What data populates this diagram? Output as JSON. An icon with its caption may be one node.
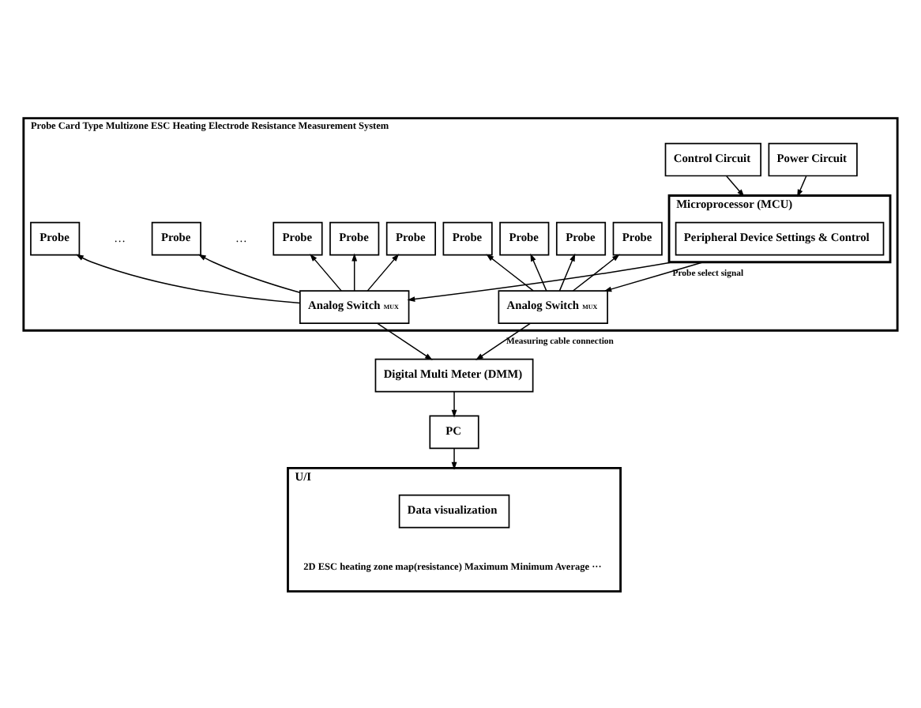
{
  "diagram": {
    "nodes": [
      {
        "text": [
          "Probe Card Type Multizone ESC Heating Electrode Resistance Measurement System"
        ]
      },
      {
        "text": [
          "Power Circuit"
        ],
        "in": 0
      },
      {
        "text": [
          "Control Circuit"
        ],
        "in": 0
      },
      {
        "text": [
          "Microprocessor (MCU)"
        ],
        "in": 0
      },
      {
        "text": [
          "Peripheral Device Settings & Control"
        ],
        "in": 3
      },
      {
        "text": [
          "Probe"
        ],
        "in": 0
      },
      {
        "text": [
          "Probe"
        ],
        "in": 0
      },
      {
        "text": [
          "Probe"
        ],
        "in": 0
      },
      {
        "text": [
          "Probe"
        ],
        "in": 0
      },
      {
        "text": [
          "Probe"
        ],
        "in": 0
      },
      {
        "text": [
          "Probe"
        ],
        "in": 0
      },
      {
        "text": [
          "Probe"
        ],
        "in": 0
      },
      {
        "text": [
          "Probe"
        ],
        "in": 0
      },
      {
        "text": [
          "Probe"
        ],
        "in": 0
      },
      {
        "text": [
          "Analog Switch",
          "MUX"
        ],
        "in": 0
      },
      {
        "text": [
          "Analog Switch",
          "MUX"
        ],
        "in": 0
      },
      {
        "text": [
          "U/I",
          "2D ESC heating zone map(resistance) Maximum Minimum Average ···"
        ]
      },
      {
        "text": [
          "Data visualization"
        ],
        "in": 16
      },
      {
        "text": [
          "PC"
        ]
      },
      {
        "text": [
          "Digital Multi Meter (DMM)"
        ]
      }
    ],
    "edges": [
      {
        "from": 1,
        "to": 3,
        "arrow": "to"
      },
      {
        "from": 2,
        "to": 3,
        "arrow": "to"
      },
      {
        "from": 3,
        "to": 14,
        "arrow": "to"
      },
      {
        "from": 3,
        "to": 15,
        "arrow": "to",
        "label": "Probe select signal"
      },
      {
        "from": 14,
        "to": 5,
        "arrow": "to"
      },
      {
        "from": 14,
        "to": 7,
        "arrow": "to"
      },
      {
        "from": 14,
        "to": 9,
        "arrow": "to"
      },
      {
        "from": 14,
        "to": 10,
        "arrow": "to"
      },
      {
        "from": 14,
        "to": 13,
        "arrow": "to"
      },
      {
        "from": 15,
        "to": 6,
        "arrow": "to"
      },
      {
        "from": 15,
        "to": 8,
        "arrow": "to"
      },
      {
        "from": 15,
        "to": 11,
        "arrow": "to"
      },
      {
        "from": 15,
        "to": 12,
        "arrow": "to"
      },
      {
        "from": 14,
        "to": 19,
        "arrow": "to"
      },
      {
        "from": 15,
        "to": 19,
        "arrow": "to",
        "label": "Measuring cable connection"
      },
      {
        "from": 19,
        "to": 18,
        "arrow": "to"
      },
      {
        "from": 18,
        "to": 16,
        "arrow": "to"
      }
    ],
    "labels": [
      "…",
      "…"
    ]
  }
}
